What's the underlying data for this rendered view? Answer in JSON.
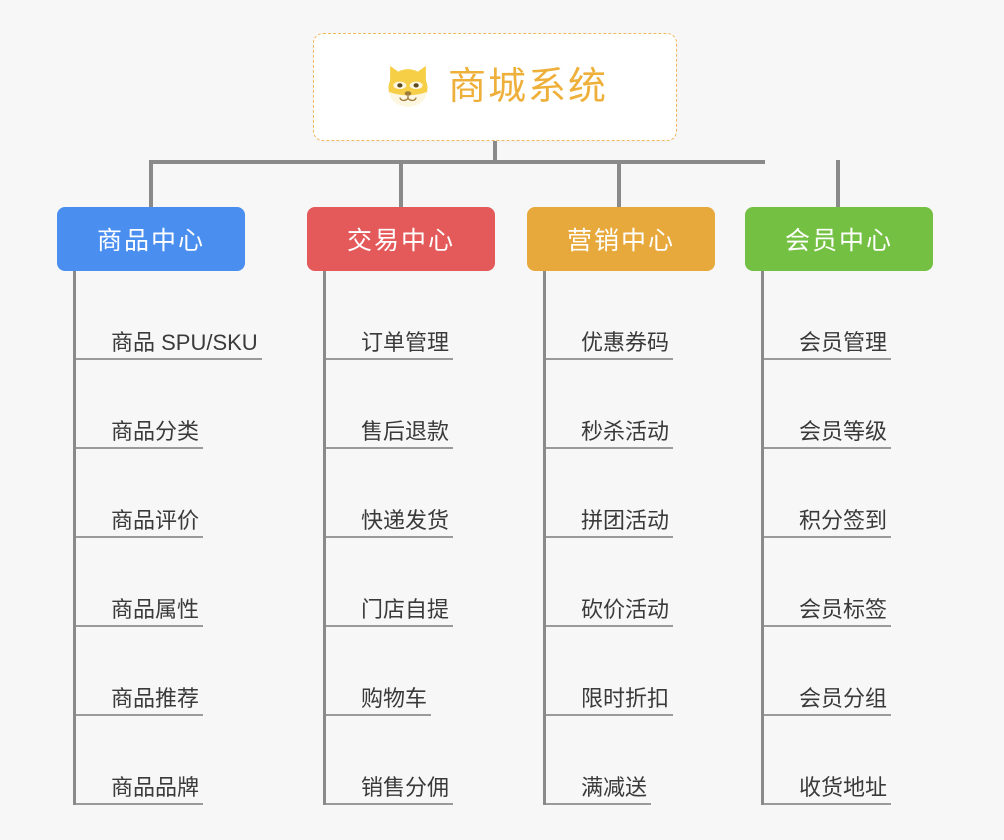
{
  "page": {
    "background_color": "#f7f7f8",
    "line_color": "#8a8a8a",
    "underline_color": "#9a9a9a"
  },
  "root": {
    "title": "商城系统",
    "icon": "shiba-dog-face-emoji",
    "text_color": "#eeb03a",
    "border_color": "#f0b95c",
    "background_color": "#ffffff"
  },
  "columns": [
    {
      "header": "商品中心",
      "color": "#4a8ef0",
      "items": [
        "商品 SPU/SKU",
        "商品分类",
        "商品评价",
        "商品属性",
        "商品推荐",
        "商品品牌"
      ]
    },
    {
      "header": "交易中心",
      "color": "#e4595a",
      "items": [
        "订单管理",
        "售后退款",
        "快递发货",
        "门店自提",
        "购物车",
        "销售分佣"
      ]
    },
    {
      "header": "营销中心",
      "color": "#e8a93c",
      "items": [
        "优惠券码",
        "秒杀活动",
        "拼团活动",
        "砍价活动",
        "限时折扣",
        "满减送"
      ]
    },
    {
      "header": "会员中心",
      "color": "#73c043",
      "items": [
        "会员管理",
        "会员等级",
        "积分签到",
        "会员标签",
        "会员分组",
        "收货地址"
      ]
    }
  ]
}
